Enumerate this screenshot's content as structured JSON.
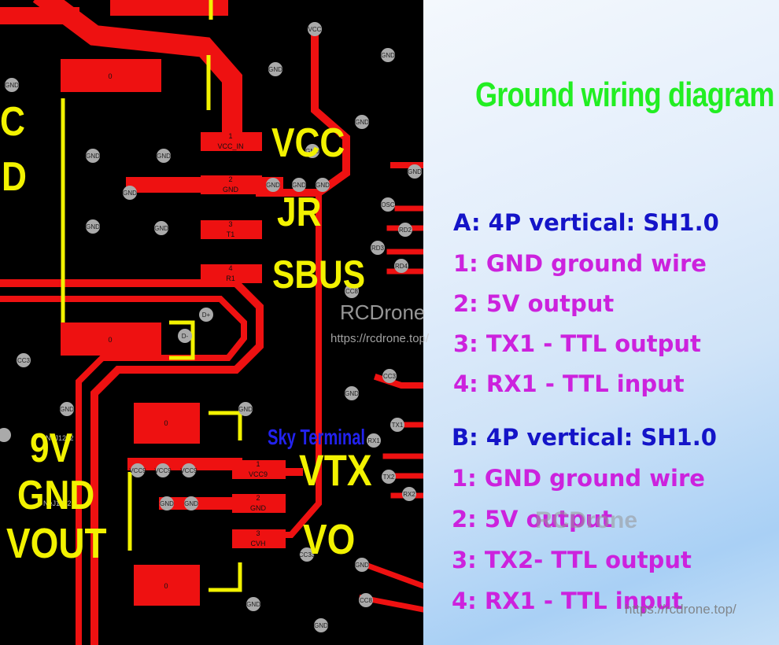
{
  "title": "Ground wiring diagram",
  "section_a": {
    "header": "A: 4P vertical: SH1.0",
    "items": [
      "1:  GND ground wire",
      "2:  5V output",
      "3:  TX1  - TTL output",
      "4:  RX1  - TTL input"
    ]
  },
  "section_b": {
    "header": "B: 4P vertical: SH1.0",
    "items": [
      "1:  GND ground wire",
      "2:  5V output",
      "3:  TX2- TTL output",
      "4:  RX1  - TTL input"
    ]
  },
  "watermarks": {
    "brand": "RCDrone",
    "url": "https://rcdrone.top/"
  },
  "pcb_labels": {
    "vcc": "VCC",
    "jr": "JR",
    "sbus": "SBUS",
    "c": "C",
    "d": "D",
    "nine_v": "9V",
    "gnd": "GND",
    "vout": "VOUT",
    "vtx": "VTX",
    "vo": "VO",
    "sky_terminal": "Sky Terminal"
  },
  "pad_labels": {
    "pin1_vcc_in": "VCC_IN",
    "pin2_gnd": "GND",
    "pin3_t1": "T1",
    "pin4_r1": "R1",
    "pin1_vcc9": "VCC9",
    "pin2_gnd_b": "GND",
    "pin3_cvh": "CVH",
    "n1": "1",
    "n2": "2",
    "n3": "3",
    "n4": "4",
    "zero": "0"
  },
  "via_labels": {
    "gnd": "GND",
    "vcc": "VCC",
    "cc3": "CC3",
    "cc33": "CC33",
    "vcc9": "VCC9",
    "osc": "OSC",
    "rd2": "RD2",
    "rd3": "RD3",
    "rd4": "RD4",
    "cc8": "CC8",
    "dplus": "D+",
    "dminus": "D-",
    "tx1": "TX1",
    "tx2": "TX2",
    "rx1": "RX1",
    "rx2": "RX2",
    "nej12": "NeJ12J2"
  },
  "colors": {
    "trace": "#ee1111",
    "silkscreen": "#f2f200",
    "title_green": "#22ee22",
    "header_blue": "#1414c8",
    "item_magenta": "#cc22dd",
    "sky_terminal_blue": "#2222ee"
  }
}
